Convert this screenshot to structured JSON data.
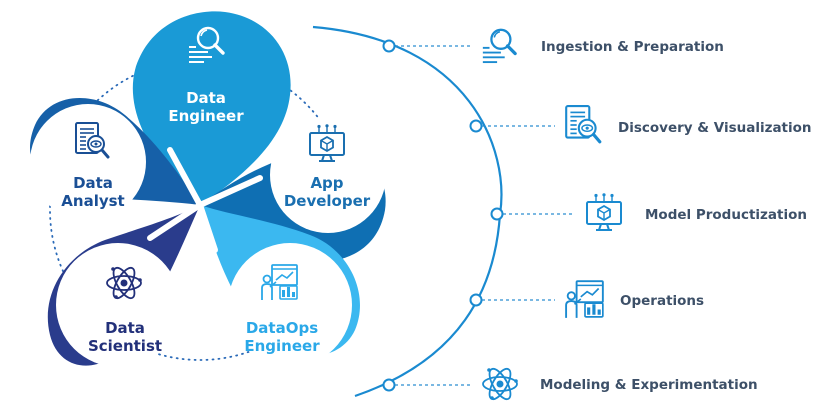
{
  "roles": [
    {
      "id": "data-engineer",
      "line1": "Data",
      "line2": "Engineer",
      "icon": "search-document-icon",
      "fill": "#1a9ad6",
      "text_color": "#ffffff"
    },
    {
      "id": "app-developer",
      "line1": "App",
      "line2": "Developer",
      "icon": "monitor-cube-icon",
      "fill": "#0f6fb3",
      "text_color": "#1a6fb0"
    },
    {
      "id": "dataops-engineer",
      "line1": "DataOps",
      "line2": "Engineer",
      "icon": "presenter-chart-icon",
      "fill": "#3bb8f0",
      "text_color": "#2aa8e8"
    },
    {
      "id": "data-scientist",
      "line1": "Data",
      "line2": "Scientist",
      "icon": "atom-icon",
      "fill": "#2a3c8c",
      "text_color": "#22307a"
    },
    {
      "id": "data-analyst",
      "line1": "Data",
      "line2": "Analyst",
      "icon": "report-magnifier-icon",
      "fill": "#1660a8",
      "text_color": "#1a4f95"
    }
  ],
  "stages": [
    {
      "label": "Ingestion & Preparation",
      "icon": "search-document-icon"
    },
    {
      "label": "Discovery & Visualization",
      "icon": "report-magnifier-icon"
    },
    {
      "label": "Model Productization",
      "icon": "monitor-cube-icon"
    },
    {
      "label": "Operations",
      "icon": "presenter-chart-icon"
    },
    {
      "label": "Modeling & Experimentation",
      "icon": "atom-icon"
    }
  ],
  "colors": {
    "arc": "#1a8ad0",
    "dashed": "#2a8ed0",
    "dotted": "#2a6ab8",
    "stage_text": "#3d5068"
  }
}
